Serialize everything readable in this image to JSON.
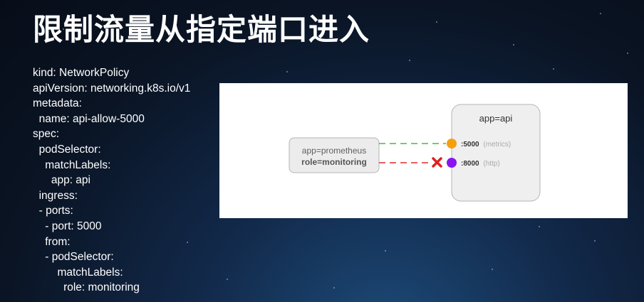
{
  "slide": {
    "title": "限制流量从指定端口进入"
  },
  "yaml_lines": [
    "kind: NetworkPolicy",
    "apiVersion: networking.k8s.io/v1",
    "metadata:",
    "  name: api-allow-5000",
    "spec:",
    "  podSelector:",
    "    matchLabels:",
    "      app: api",
    "  ingress:",
    "  - ports:",
    "    - port: 5000",
    "    from:",
    "    - podSelector:",
    "        matchLabels:",
    "          role: monitoring"
  ],
  "diagram": {
    "source_pod": {
      "label_line1": "app=prometheus",
      "label_line2": "role=monitoring"
    },
    "target_pod": {
      "label": "app=api"
    },
    "ports": [
      {
        "port": ":5000",
        "note": "(metrics)",
        "color": "#f5a00f",
        "status": "allowed",
        "line_color": "#3fbf3f"
      },
      {
        "port": ":8000",
        "note": "(http)",
        "color": "#8a14f0",
        "status": "blocked",
        "line_color": "#e02c2c"
      }
    ],
    "blocked_mark_color": "#e02020"
  }
}
